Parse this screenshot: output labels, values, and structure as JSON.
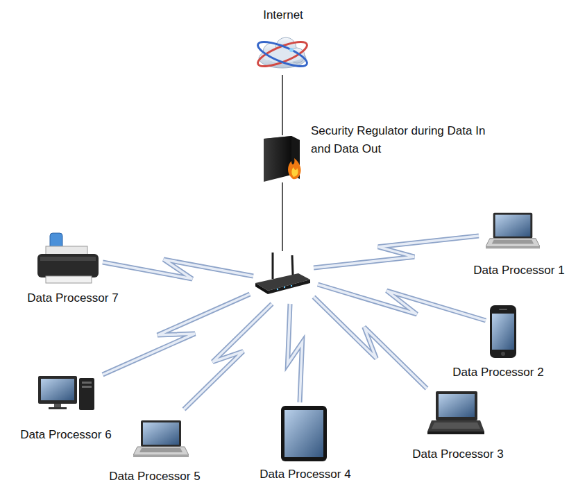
{
  "diagram": {
    "nodes": [
      {
        "text": [
          "Internet"
        ]
      },
      {
        "text": [
          "Security Regulator during Data In and Data Out"
        ]
      },
      {
        "text": [
          "Data Processor 1"
        ]
      },
      {
        "text": [
          "Data Processor 7"
        ]
      },
      {
        "text": [
          "Data Processor 2"
        ]
      },
      {
        "text": [
          "Data Processor 6"
        ]
      },
      {
        "text": [
          "Data Processor 3"
        ]
      },
      {
        "text": [
          "Data Processor 4"
        ]
      },
      {
        "text": [
          "Data Processor 5"
        ]
      }
    ],
    "edges": [
      {
        "from": 0,
        "to": 1,
        "arrow": "none"
      }
    ]
  }
}
